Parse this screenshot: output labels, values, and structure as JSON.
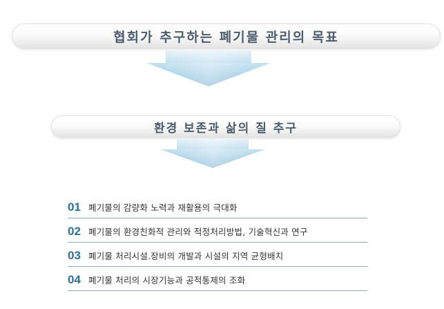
{
  "banner_top": {
    "title": "협회가 추구하는 폐기물 관리의 목표"
  },
  "banner_mid": {
    "title": "환경 보존과 삶의 질 추구"
  },
  "goals": [
    {
      "num": "01",
      "text": "폐기물의 감량화 노력과 재활용의 극대화"
    },
    {
      "num": "02",
      "text": "폐기물의 환경친화적 관리와 적정처리방법, 기술혁신과 연구"
    },
    {
      "num": "03",
      "text": "폐기물 처리시설.장비의 개발과 시설의 지역 균형배치"
    },
    {
      "num": "04",
      "text": "폐기물 처리의 시장기능과 공적통제의 조화"
    }
  ],
  "colors": {
    "banner_text": "#4b5d6e",
    "number": "#2f6f96",
    "divider": "#8fa7ba",
    "arrow_light": "#c9e4f2",
    "arrow_dark": "#6aaed1"
  }
}
